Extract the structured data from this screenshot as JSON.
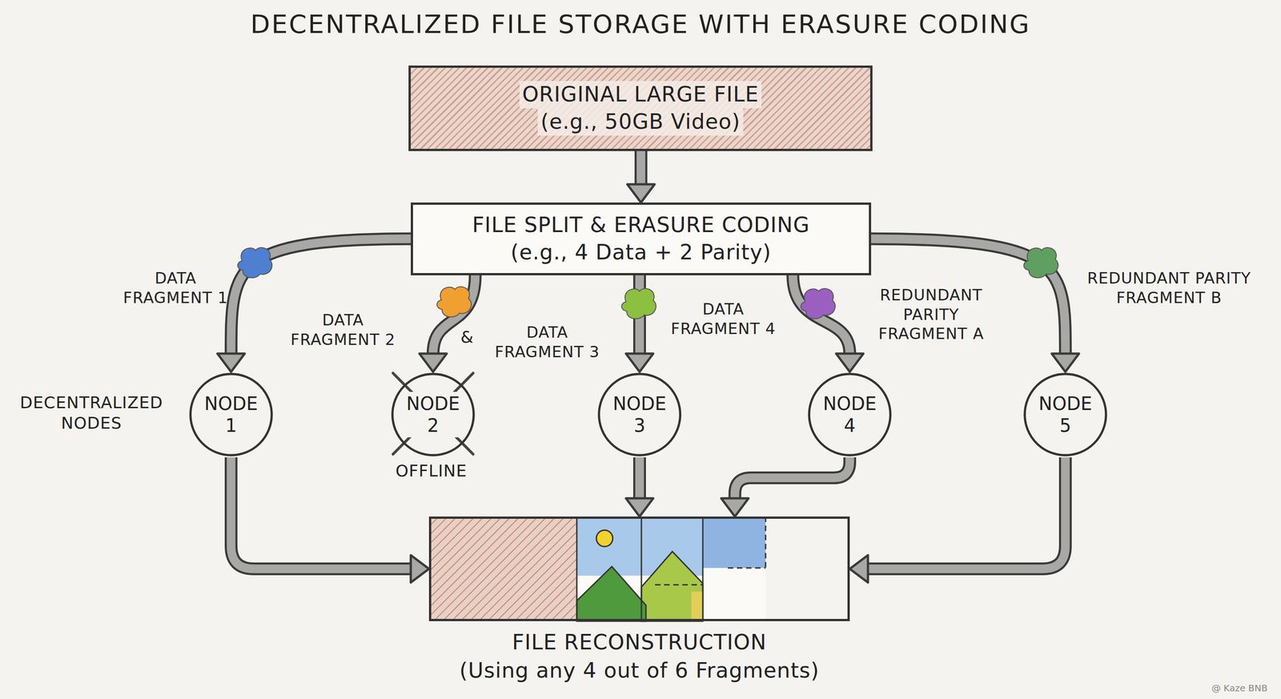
{
  "diagram": {
    "title": "DECENTRALIZED FILE STORAGE WITH ERASURE CODING",
    "nodes": [
      {
        "text": [
          "ORIGINAL LARGE FILE",
          "(e.g., 50GB Video)"
        ]
      },
      {
        "text": [
          "FILE SPLIT & ERASURE CODING",
          "(e.g., 4 Data + 2 Parity)"
        ]
      },
      {
        "text": [
          "NODE 1"
        ]
      },
      {
        "text": [
          "NODE 2"
        ]
      },
      {
        "text": [
          "NODE 3"
        ]
      },
      {
        "text": [
          "NODE 4"
        ]
      },
      {
        "text": [
          "NODE 5"
        ]
      },
      {
        "text": [
          "FILE RECONSTRUCTION",
          "(Using any 4 out of 6 Fragments)"
        ]
      }
    ],
    "edges": [
      {
        "from": 0,
        "to": 1,
        "arrow": "to"
      },
      {
        "from": 1,
        "to": 2,
        "label": "DATA FRAGMENT 1",
        "arrow": "to"
      },
      {
        "from": 1,
        "to": 3,
        "label": "DATA FRAGMENT 2",
        "arrow": "to"
      },
      {
        "from": 1,
        "to": 4,
        "label": "DATA FRAGMENT 3",
        "arrow": "to"
      },
      {
        "from": 1,
        "to": 5,
        "label": "REDUNDANT PARITY FRAGMENT A",
        "arrow": "to"
      },
      {
        "from": 1,
        "to": 6,
        "label": "REDUNDANT PARITY FRAGMENT B",
        "arrow": "to"
      },
      {
        "from": 2,
        "to": 7,
        "arrow": "to"
      },
      {
        "from": 4,
        "to": 7,
        "arrow": "to"
      },
      {
        "from": 5,
        "to": 7,
        "arrow": "to"
      },
      {
        "from": 6,
        "to": 7,
        "arrow": "to"
      }
    ],
    "labels": [
      "DECENTRALIZED NODES",
      "OFFLINE",
      "&",
      "DATA FRAGMENT 4",
      "@ Kaze BNB"
    ]
  }
}
